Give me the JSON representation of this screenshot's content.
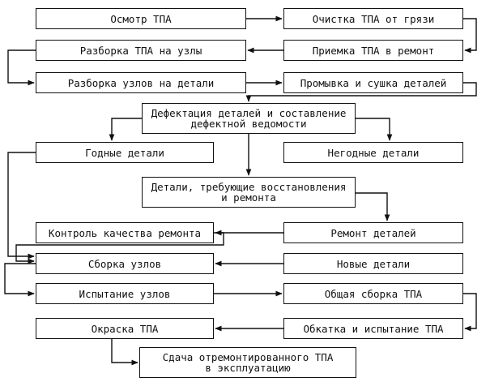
{
  "nodes": {
    "osmotr": "Осмотр ТПА",
    "ochistka": "Очистка ТПА от грязи",
    "razborka_tpa": "Разборка ТПА на узлы",
    "priemka": "Приемка ТПА в ремонт",
    "razborka_uzlov": "Разборка узлов на детали",
    "promyvka": "Промывка и сушка деталей",
    "defektatsiya": "Дефектация деталей и составление\nдефектной ведомости",
    "godnye": "Годные детали",
    "negodnye": "Негодные детали",
    "trebuyushchie": "Детали, требующие восстановления\nи ремонта",
    "kontrol": "Контроль качества ремонта",
    "remont": "Ремонт деталей",
    "sborka_uzlov": "Сборка узлов",
    "novye": "Новые детали",
    "ispytanie_uzlov": "Испытание узлов",
    "obshchaya_sborka": "Общая сборка ТПА",
    "okraska": "Окраска ТПА",
    "obkatka": "Обкатка и испытание ТПА",
    "sdacha": "Сдача отремонтированного ТПА\nв эксплуатацию"
  }
}
